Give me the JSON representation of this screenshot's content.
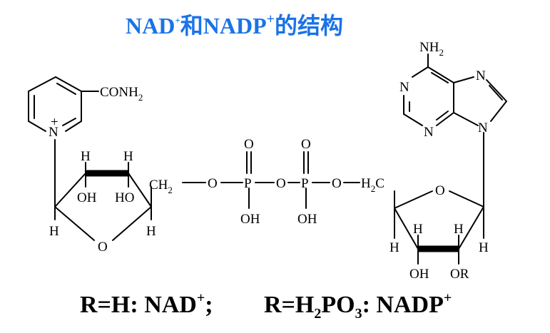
{
  "title": {
    "part1": "NAD",
    "sup1": "+",
    "part2": "和NADP",
    "sup2": "+",
    "part3": "的结构"
  },
  "nicotinamide": {
    "substituent": "CONH",
    "substituent_sub": "2",
    "ring_n": "N",
    "ring_charge": "+",
    "h_top_left": "H",
    "h_top_right": "H",
    "oh_left": "OH",
    "ho_right": "HO",
    "h_c1": "H",
    "h_c4": "H",
    "ring_o": "O",
    "ch2": "CH",
    "ch2_sub": "2"
  },
  "phosphate": {
    "o1": "O",
    "p1": "P",
    "p1_top_o": "O",
    "p1_oh": "OH",
    "o_bridge": "O",
    "p2": "P",
    "p2_top_o": "O",
    "p2_oh": "OH",
    "o3": "O"
  },
  "adenine": {
    "nh2": "NH",
    "nh2_sub": "2",
    "n1": "N",
    "n3": "N",
    "n7": "N",
    "n9": "N"
  },
  "adenosine_ribose": {
    "h2c": "H",
    "h2c_sub": "2",
    "h2c_c": "C",
    "ring_o": "O",
    "h_c4": "H",
    "h_c3": "H",
    "h_c2": "H",
    "h_c1": "H",
    "oh": "OH",
    "or": "OR"
  },
  "caption": {
    "nad_part": "R=H: NAD",
    "nad_sup": "+",
    "nad_sep": ";",
    "nadp_part1": "R=H",
    "nadp_sub1": "2",
    "nadp_part2": "PO",
    "nadp_sub2": "3",
    "nadp_part3": ": NADP",
    "nadp_sup": "+"
  }
}
